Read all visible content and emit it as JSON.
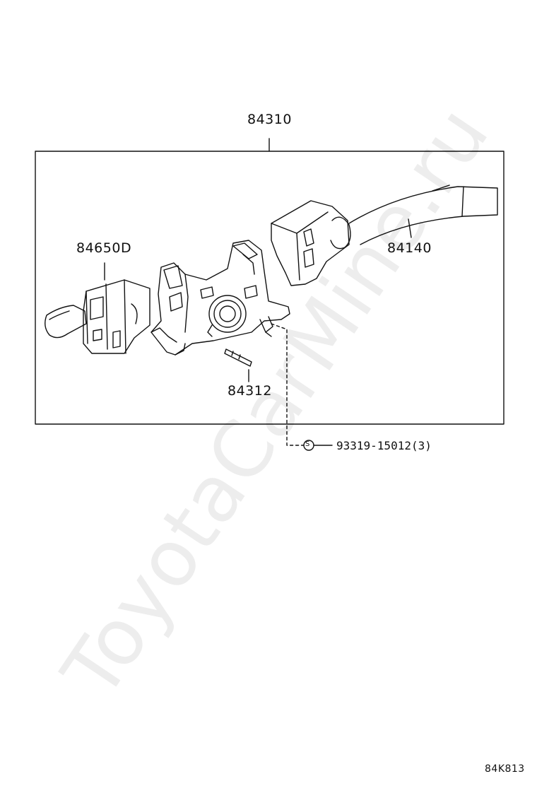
{
  "watermark": "ToyotaCarMine.ru",
  "diagram_code": "84K813",
  "parts": {
    "assembly": "84310",
    "left_switch": "84650D",
    "right_switch": "84140",
    "pin": "84312",
    "screw_symbol": "S",
    "screw_ref": "93319-15012(3)"
  }
}
